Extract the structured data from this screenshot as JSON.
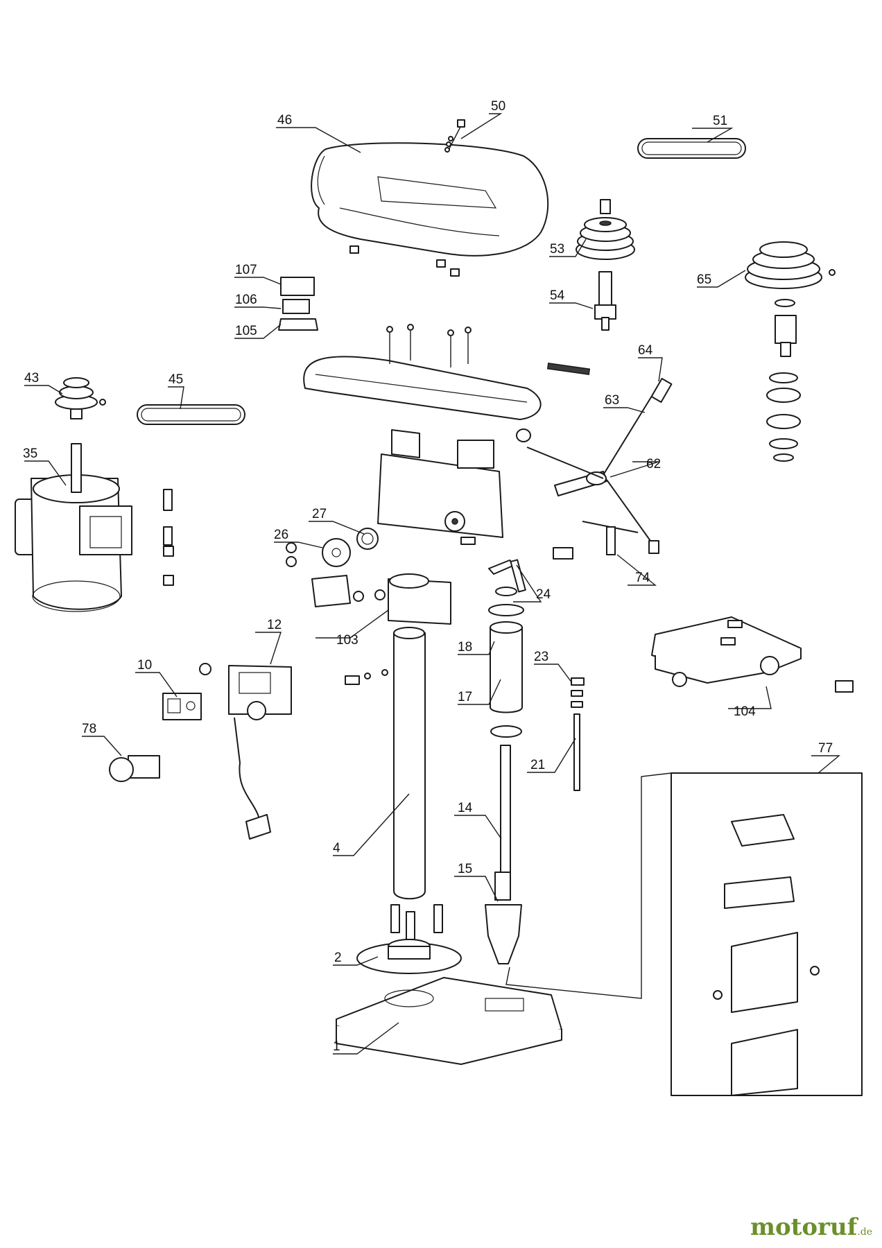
{
  "labels": {
    "p1": "1",
    "p2": "2",
    "p4": "4",
    "p10": "10",
    "p12": "12",
    "p14": "14",
    "p15": "15",
    "p17": "17",
    "p18": "18",
    "p21": "21",
    "p23": "23",
    "p24": "24",
    "p26": "26",
    "p27": "27",
    "p35": "35",
    "p43": "43",
    "p45": "45",
    "p46": "46",
    "p50": "50",
    "p51": "51",
    "p53": "53",
    "p54": "54",
    "p62": "62",
    "p63": "63",
    "p64": "64",
    "p65": "65",
    "p74": "74",
    "p77": "77",
    "p78": "78",
    "p103": "103",
    "p104": "104",
    "p105": "105",
    "p106": "106",
    "p107": "107"
  },
  "brand": {
    "name": "motoruf",
    "suffix": ".de",
    "color": "#6b8f2a"
  }
}
